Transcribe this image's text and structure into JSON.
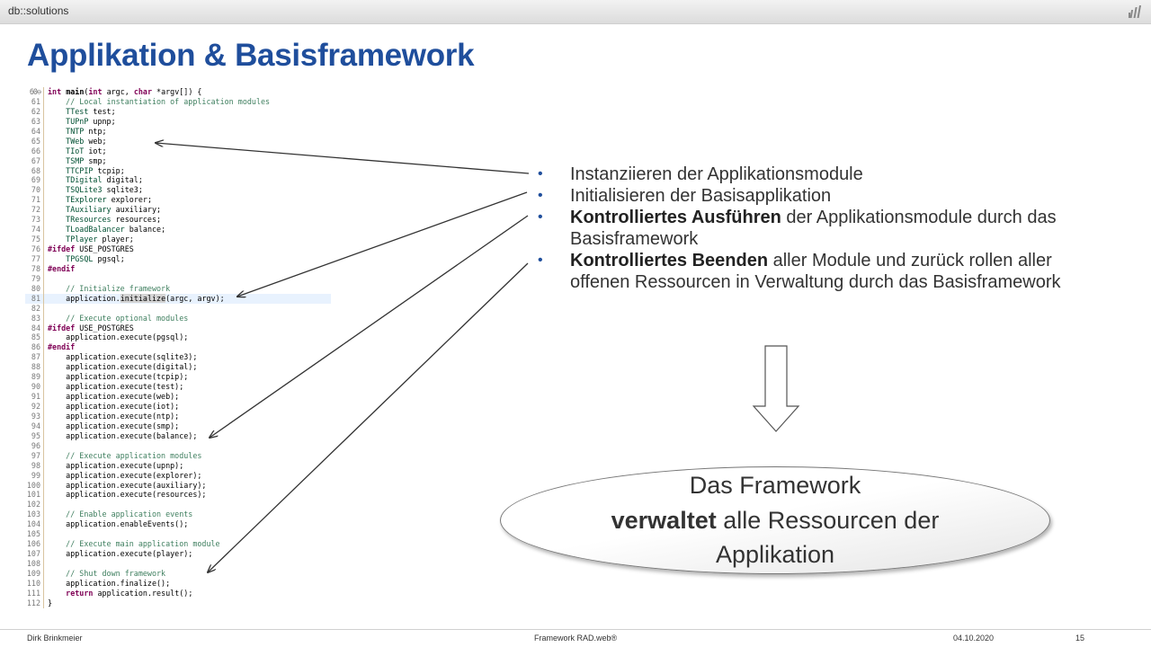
{
  "header": {
    "brand": "db::solutions"
  },
  "title": "Applikation & Basisframework",
  "code_lines": [
    {
      "n": "60",
      "t": "int main(int argc, char *argv[]) {",
      "k": "fn",
      "marker": true
    },
    {
      "n": "61",
      "t": "    // Local instantiation of application modules",
      "k": "c"
    },
    {
      "n": "62",
      "t": "    TTest test;"
    },
    {
      "n": "63",
      "t": "    TUPnP upnp;"
    },
    {
      "n": "64",
      "t": "    TNTP ntp;"
    },
    {
      "n": "65",
      "t": "    TWeb web;"
    },
    {
      "n": "66",
      "t": "    TIoT iot;"
    },
    {
      "n": "67",
      "t": "    TSMP smp;"
    },
    {
      "n": "68",
      "t": "    TTCPIP tcpip;"
    },
    {
      "n": "69",
      "t": "    TDigital digital;"
    },
    {
      "n": "70",
      "t": "    TSQLite3 sqlite3;"
    },
    {
      "n": "71",
      "t": "    TExplorer explorer;"
    },
    {
      "n": "72",
      "t": "    TAuxiliary auxiliary;"
    },
    {
      "n": "73",
      "t": "    TResources resources;"
    },
    {
      "n": "74",
      "t": "    TLoadBalancer balance;"
    },
    {
      "n": "75",
      "t": "    TPlayer player;"
    },
    {
      "n": "76",
      "t": "#ifdef USE_POSTGRES",
      "k": "pp"
    },
    {
      "n": "77",
      "t": "    TPGSQL pgsql;"
    },
    {
      "n": "78",
      "t": "#endif",
      "k": "pp"
    },
    {
      "n": "79",
      "t": ""
    },
    {
      "n": "80",
      "t": "    // Initialize framework",
      "k": "c"
    },
    {
      "n": "81",
      "t": "    application.initialize(argc, argv);",
      "k": "hl"
    },
    {
      "n": "82",
      "t": ""
    },
    {
      "n": "83",
      "t": "    // Execute optional modules",
      "k": "c"
    },
    {
      "n": "84",
      "t": "#ifdef USE_POSTGRES",
      "k": "pp"
    },
    {
      "n": "85",
      "t": "    application.execute(pgsql);"
    },
    {
      "n": "86",
      "t": "#endif",
      "k": "pp"
    },
    {
      "n": "87",
      "t": "    application.execute(sqlite3);"
    },
    {
      "n": "88",
      "t": "    application.execute(digital);"
    },
    {
      "n": "89",
      "t": "    application.execute(tcpip);"
    },
    {
      "n": "90",
      "t": "    application.execute(test);"
    },
    {
      "n": "91",
      "t": "    application.execute(web);"
    },
    {
      "n": "92",
      "t": "    application.execute(iot);"
    },
    {
      "n": "93",
      "t": "    application.execute(ntp);"
    },
    {
      "n": "94",
      "t": "    application.execute(smp);"
    },
    {
      "n": "95",
      "t": "    application.execute(balance);"
    },
    {
      "n": "96",
      "t": ""
    },
    {
      "n": "97",
      "t": "    // Execute application modules",
      "k": "c"
    },
    {
      "n": "98",
      "t": "    application.execute(upnp);"
    },
    {
      "n": "99",
      "t": "    application.execute(explorer);"
    },
    {
      "n": "100",
      "t": "    application.execute(auxiliary);"
    },
    {
      "n": "101",
      "t": "    application.execute(resources);"
    },
    {
      "n": "102",
      "t": ""
    },
    {
      "n": "103",
      "t": "    // Enable application events",
      "k": "c"
    },
    {
      "n": "104",
      "t": "    application.enableEvents();"
    },
    {
      "n": "105",
      "t": ""
    },
    {
      "n": "106",
      "t": "    // Execute main application module",
      "k": "c"
    },
    {
      "n": "107",
      "t": "    application.execute(player);"
    },
    {
      "n": "108",
      "t": ""
    },
    {
      "n": "109",
      "t": "    // Shut down framework",
      "k": "c"
    },
    {
      "n": "110",
      "t": "    application.finalize();"
    },
    {
      "n": "111",
      "t": "    return application.result();",
      "k": "ret"
    },
    {
      "n": "112",
      "t": "}"
    }
  ],
  "bullets": [
    {
      "bold": "",
      "text": "Instanziieren der Applikationsmodule"
    },
    {
      "bold": "",
      "text": "Initialisieren der Basisapplikation"
    },
    {
      "bold": "Kontrolliertes Ausführen",
      "text": " der Applikationsmodule durch das Basisframework"
    },
    {
      "bold": "Kontrolliertes Beenden",
      "text": " aller Module und zurück rollen aller offenen Ressourcen in Verwaltung durch das Basisframework"
    }
  ],
  "ellipse": {
    "line1": "Das Framework",
    "line2_bold": "verwaltet",
    "line2_rest": " alle Ressourcen der",
    "line3": "Applikation"
  },
  "footer": {
    "author": "Dirk Brinkmeier",
    "product": "Framework RAD.web®",
    "date": "04.10.2020",
    "page": "15"
  },
  "colors": {
    "title": "#1f4e9c",
    "bullet": "#1f4e9c"
  }
}
